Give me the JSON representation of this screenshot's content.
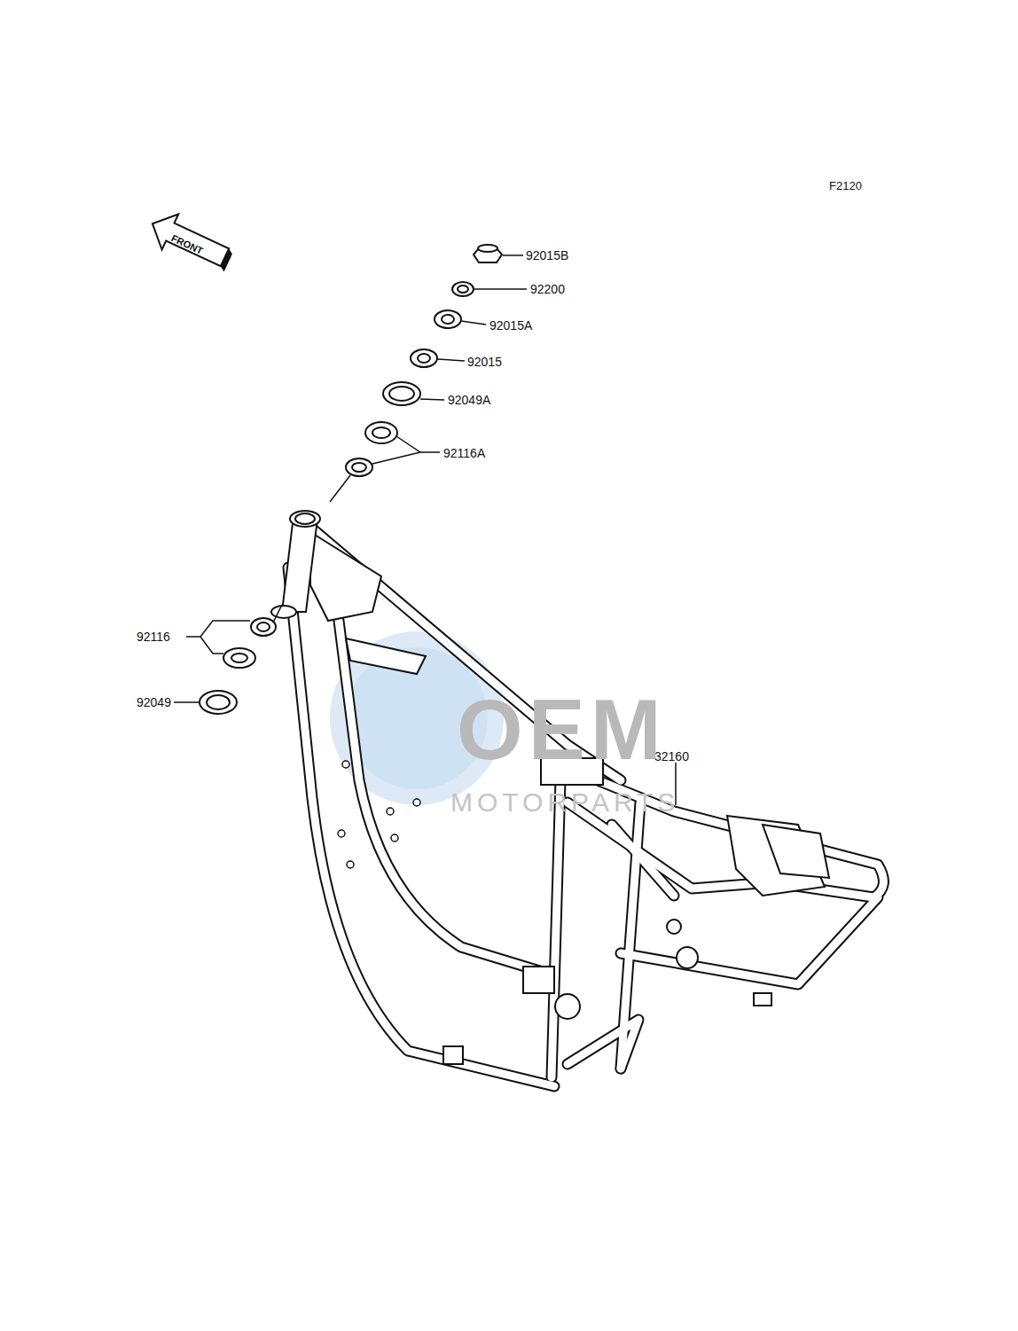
{
  "diagram": {
    "labels": [
      "F2120",
      "FRONT",
      "92015B",
      "92200",
      "92015A",
      "92015",
      "92049A",
      "92116A",
      "92116",
      "92049",
      "32160",
      "OEM",
      "MOTORPARTS"
    ]
  }
}
